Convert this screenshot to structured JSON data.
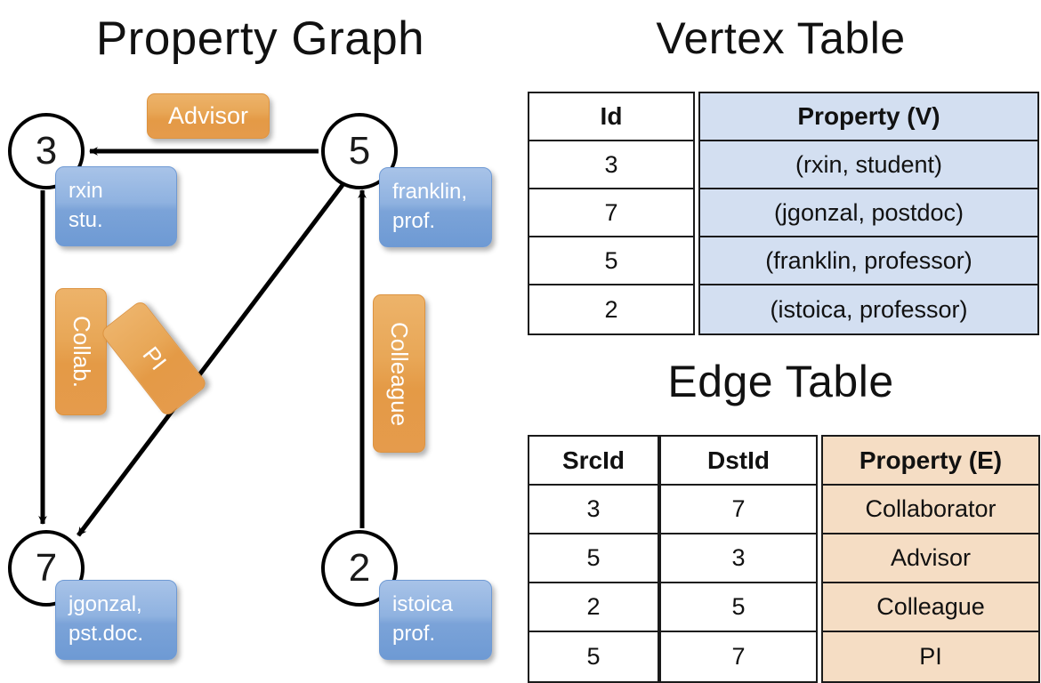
{
  "titles": {
    "property_graph": "Property Graph",
    "vertex_table": "Vertex Table",
    "edge_table": "Edge Table"
  },
  "graph": {
    "nodes": [
      {
        "id": "3",
        "prop_line1": "rxin",
        "prop_line2": "stu."
      },
      {
        "id": "5",
        "prop_line1": "franklin,",
        "prop_line2": "prof."
      },
      {
        "id": "7",
        "prop_line1": "jgonzal,",
        "prop_line2": "pst.doc."
      },
      {
        "id": "2",
        "prop_line1": "istoica",
        "prop_line2": "prof."
      }
    ],
    "edge_labels": {
      "advisor": "Advisor",
      "collab": "Collab.",
      "pi": "PI",
      "colleague": "Colleague"
    },
    "edges": [
      {
        "from": "5",
        "to": "3",
        "label": "Advisor"
      },
      {
        "from": "3",
        "to": "7",
        "label": "Collab."
      },
      {
        "from": "5",
        "to": "7",
        "label": "PI"
      },
      {
        "from": "2",
        "to": "5",
        "label": "Colleague"
      }
    ]
  },
  "vertex_table": {
    "headers": [
      "Id",
      "Property (V)"
    ],
    "rows": [
      {
        "id": "3",
        "property": "(rxin, student)"
      },
      {
        "id": "7",
        "property": "(jgonzal, postdoc)"
      },
      {
        "id": "5",
        "property": "(franklin, professor)"
      },
      {
        "id": "2",
        "property": "(istoica, professor)"
      }
    ]
  },
  "edge_table": {
    "headers": [
      "SrcId",
      "DstId",
      "Property (E)"
    ],
    "rows": [
      {
        "src": "3",
        "dst": "7",
        "property": "Collaborator"
      },
      {
        "src": "5",
        "dst": "3",
        "property": "Advisor"
      },
      {
        "src": "2",
        "dst": "5",
        "property": "Colleague"
      },
      {
        "src": "5",
        "dst": "7",
        "property": "PI"
      }
    ]
  },
  "colors": {
    "vertex_prop_fill": "#8fb2e0",
    "edge_label_fill": "#e8a757",
    "vertex_table_highlight": "#d3dff1",
    "edge_table_highlight": "#f5ddc4",
    "stroke": "#000000"
  }
}
